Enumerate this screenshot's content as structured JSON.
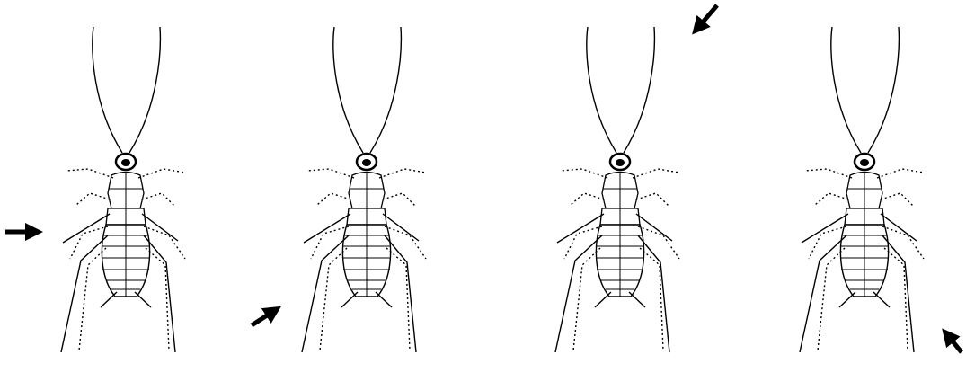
{
  "figure": {
    "panel_count": 4,
    "colors": {
      "ink": "#000000",
      "background": "#ffffff"
    },
    "panels": [
      {
        "index": 1,
        "stimulus_arrow": "arrow-right-icon"
      },
      {
        "index": 2,
        "stimulus_arrow": "arrow-up-right-icon"
      },
      {
        "index": 3,
        "stimulus_arrow": "arrow-down-left-icon"
      },
      {
        "index": 4,
        "stimulus_arrow": "arrow-up-left-icon"
      }
    ]
  }
}
